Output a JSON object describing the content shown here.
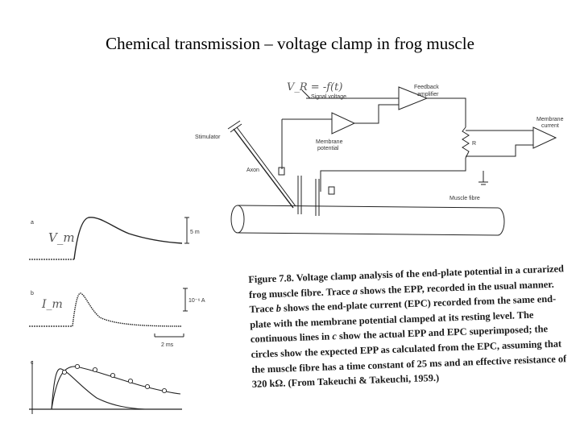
{
  "title": "Chemical transmission – voltage clamp in frog muscle",
  "circuit": {
    "handwritten_top": "V_R = -f(t)",
    "signal_voltage": "Signal voltage",
    "feedback_amplifier_line1": "Feedback",
    "feedback_amplifier_line2": "amplifier",
    "membrane_current_line1": "Membrane",
    "membrane_current_line2": "current",
    "stimulator": "Stimulator",
    "membrane_potential_line1": "Membrane",
    "membrane_potential_line2": "potential",
    "resistor_label": "R",
    "axon": "Axon",
    "muscle_fibre": "Muscle fibre"
  },
  "traces": {
    "a_label": "a",
    "b_label": "b",
    "c_label": "c",
    "a_handwritten": "V_m",
    "b_handwritten": "I_m",
    "a_scale": "5 m",
    "b_scale": "10⁻⁶ A",
    "time_scale": "2 ms"
  },
  "caption": {
    "figure_number": "Figure 7.8.",
    "part1": " Voltage clamp analysis of the end-plate potential in a curarized frog muscle fibre. Trace ",
    "trace_a": "a",
    "part2": " shows the EPP, recorded in the usual manner. Trace ",
    "trace_b": "b",
    "part3": " shows the end-plate current (EPC) recorded from the same end-plate with the membrane potential clamped at its resting level. The continuous lines in ",
    "trace_c": "c",
    "part4": " show the actual EPP and EPC superimposed; the circles show the expected EPP as calculated from the EPC, assuming that the muscle fibre has a time constant of 25 ms and an effective resistance of 320 kΩ. (From Takeuchi & Takeuchi, 1959.)"
  }
}
